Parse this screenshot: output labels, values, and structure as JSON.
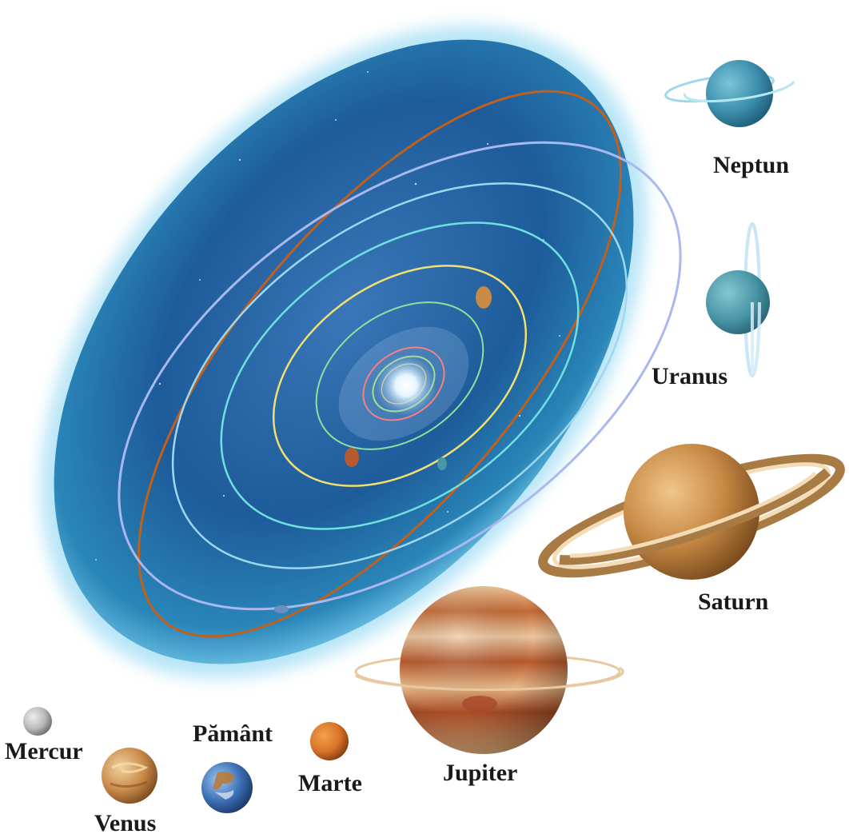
{
  "planets": {
    "neptun": {
      "label": "Neptun",
      "color": "#3d8fae"
    },
    "uranus": {
      "label": "Uranus",
      "color": "#4a97a8"
    },
    "saturn": {
      "label": "Saturn",
      "color": "#c88a45"
    },
    "jupiter": {
      "label": "Jupiter",
      "color": "#b85a2e"
    },
    "marte": {
      "label": "Marte",
      "color": "#d8742a"
    },
    "pamant": {
      "label": "Pământ",
      "color": "#3c6fb5"
    },
    "mercur": {
      "label": "Mercur",
      "color": "#b8b8b8"
    },
    "venus": {
      "label": "Venus",
      "color": "#c98a4a"
    }
  },
  "colors": {
    "space_disc": "#1d5b9a",
    "space_haze": "#7fd0f0",
    "pluto_orbit": "#c0601a",
    "label_text": "#1a1a1a"
  }
}
